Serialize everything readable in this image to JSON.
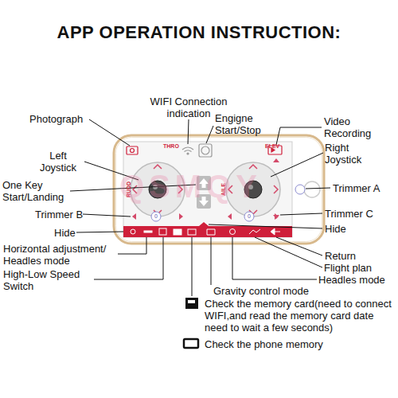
{
  "diagram": {
    "title": "APP OPERATION INSTRUCTION:",
    "labels": [
      "Photograph",
      "WIFI Connection indication",
      "Engigne Start/Stop",
      "Video Recording",
      "Left Joystick",
      "Right Joystick",
      "One Key Start/Landing",
      "Trimmer A",
      "Trimmer B",
      "Trimmer C",
      "Hide",
      "Hide",
      "Horizontal adjustment/ Headles mode",
      "Return",
      "High-Low Speed Switch",
      "Flight plan",
      "Headles mode",
      "Gravity control mode",
      "Check the memory card(need to connect WIFI,and read the memory card date need to wait a few seconds)",
      "Check the phone memory",
      "THRO",
      "RUDD",
      "ELEV",
      "AILE",
      "0",
      "0",
      "QSMQY"
    ]
  }
}
